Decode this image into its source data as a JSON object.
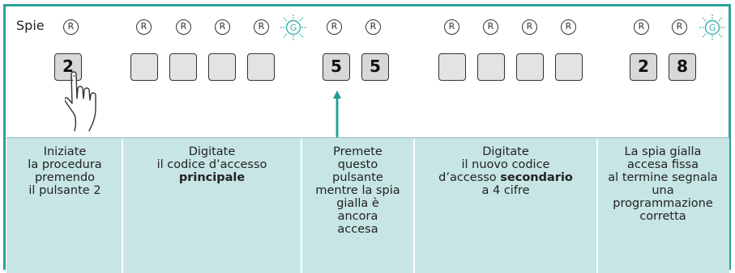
{
  "spie_label": "Spie",
  "led_letters": {
    "red": "R",
    "green": "G"
  },
  "keys": [
    "2",
    "",
    "",
    "",
    "",
    "5",
    "5",
    "",
    "",
    "",
    "",
    "2",
    "8"
  ],
  "panels": [
    {
      "lines": [
        "Iniziate",
        "la procedura",
        "premendo",
        "il pulsante 2"
      ]
    },
    {
      "lines": [
        "Digitate",
        "il codice d’accesso"
      ],
      "bold": "principale"
    },
    {
      "lines": [
        "Premete",
        "questo",
        "pulsante",
        "mentre la spia",
        "gialla è",
        "ancora",
        "accesa"
      ]
    },
    {
      "lines": [
        "Digitate",
        "il nuovo codice"
      ],
      "bold_line_prefix": "d’accesso",
      "bold": "secondario",
      "after": "a 4 cifre"
    },
    {
      "lines": [
        "La spia gialla",
        "accesa fissa",
        "al termine segnala",
        "una",
        "programmazione",
        "corretta"
      ]
    }
  ],
  "colors": {
    "frame": "#2aa39a",
    "panel": "#c6e5e4",
    "arrow": "#1f9c93",
    "green_led": "#3fb2a8"
  }
}
